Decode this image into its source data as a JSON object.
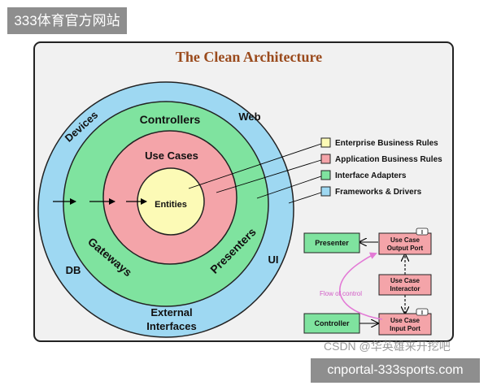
{
  "overlays": {
    "top_banner": "333体育官方网站",
    "bottom_banner": "cnportal-333sports.com",
    "watermark": "CSDN @华英雄来开挖吧"
  },
  "diagram": {
    "title": "The Clean Architecture",
    "rings": {
      "entities": "Entities",
      "use_cases": "Use Cases",
      "controllers": "Controllers",
      "gateways": "Gateways",
      "presenters": "Presenters",
      "devices": "Devices",
      "web": "Web",
      "db": "DB",
      "ui": "UI",
      "external_interfaces_line1": "External",
      "external_interfaces_line2": "Interfaces"
    },
    "legend": [
      {
        "label": "Enterprise Business Rules",
        "color": "#fcfab6"
      },
      {
        "label": "Application Business Rules",
        "color": "#f4a4a9"
      },
      {
        "label": "Interface Adapters",
        "color": "#7fe39f"
      },
      {
        "label": "Frameworks & Drivers",
        "color": "#9ed8f2"
      }
    ],
    "flow": {
      "presenter": "Presenter",
      "controller": "Controller",
      "output_port_line1": "Use Case",
      "output_port_line2": "Output Port",
      "interactor_line1": "Use Case",
      "interactor_line2": "Interactor",
      "input_port_line1": "Use Case",
      "input_port_line2": "Input Port",
      "flow_of_control": "Flow of control",
      "port_badge": "I"
    },
    "colors": {
      "panel_bg": "#f1f1f1",
      "title_color": "#9a4a1c",
      "frameworks": "#9ed8f2",
      "adapters": "#7fe39f",
      "application": "#f4a4a9",
      "enterprise": "#fcfab6",
      "flow_green": "#7fe39f",
      "flow_red": "#f4a4a9",
      "flow_arrow": "#e37ad6"
    }
  }
}
